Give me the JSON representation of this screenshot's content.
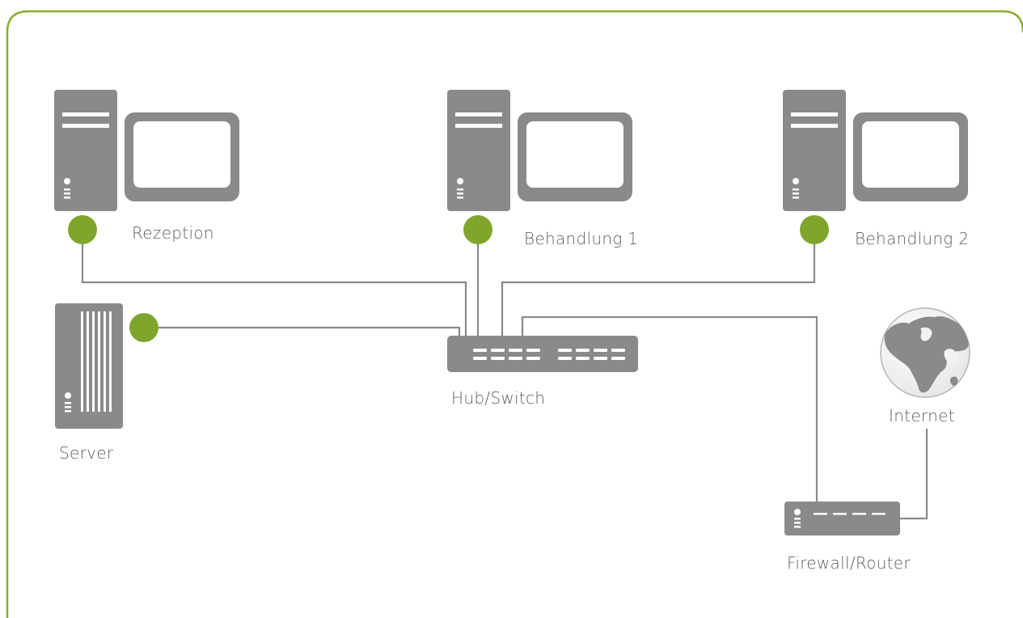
{
  "colors": {
    "frame": "#8aac2b",
    "device": "#8a8a8b",
    "node": "#7fa52d",
    "cable": "#8a8a8b",
    "label": "#5f5f5f",
    "globe_sea": "#f2f2f2",
    "globe_land": "#8a8a8b"
  },
  "labels": {
    "workstation_1": "Rezeption",
    "workstation_2": "Behandlung 1",
    "workstation_3": "Behandlung 2",
    "server": "Server",
    "switch": "Hub/Switch",
    "internet": "Internet",
    "router": "Firewall/Router"
  },
  "icons": {
    "workstation_tower": "tower-pc-icon",
    "workstation_monitor": "monitor-icon",
    "server": "server-rack-icon",
    "switch": "network-switch-icon",
    "router": "router-icon",
    "internet": "globe-icon",
    "network_node": "network-port-dot-icon"
  }
}
